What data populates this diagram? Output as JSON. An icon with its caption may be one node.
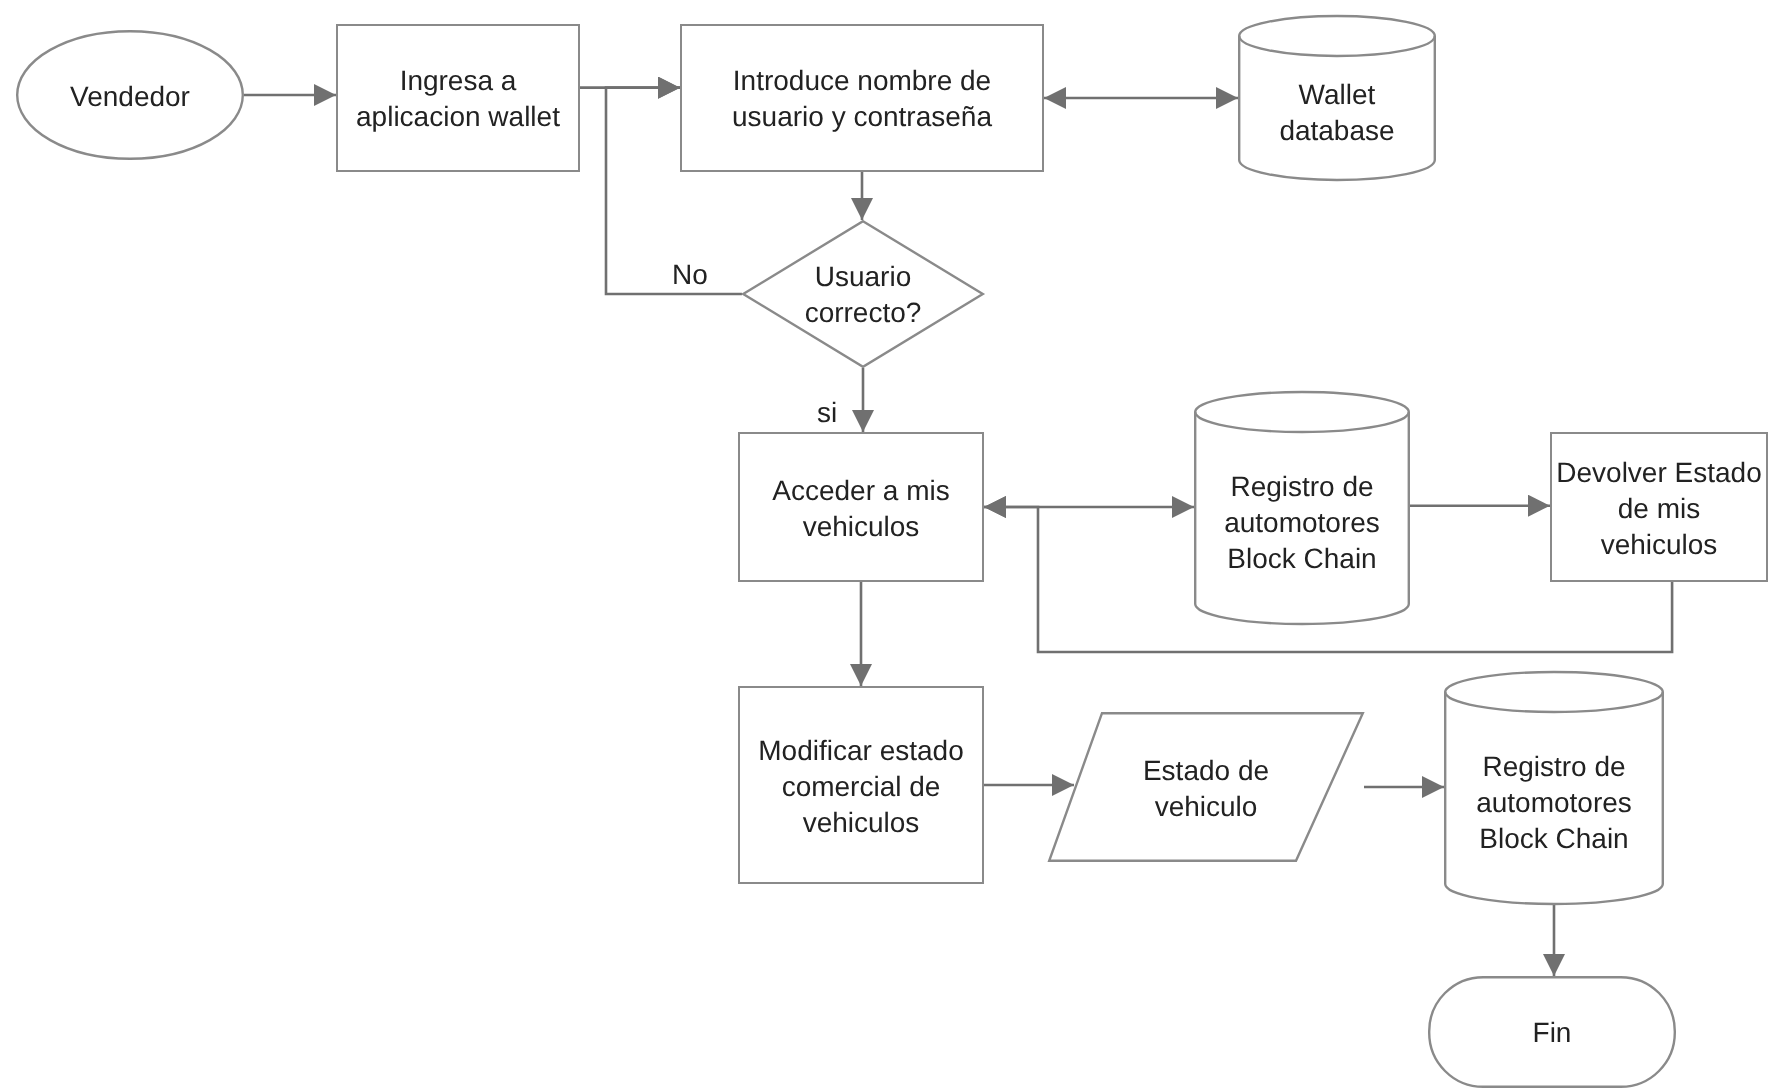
{
  "diagram": {
    "nodes": [
      {
        "text": [
          "Vendedor"
        ]
      },
      {
        "text": [
          "Ingresa a aplicacion wallet"
        ]
      },
      {
        "text": [
          "Introduce nombre de usuario y contraseña"
        ]
      },
      {
        "text": [
          "Wallet database"
        ]
      },
      {
        "text": [
          "Usuario correcto?"
        ]
      },
      {
        "text": [
          "Acceder a mis vehiculos"
        ]
      },
      {
        "text": [
          "Registro de automotores Block Chain"
        ]
      },
      {
        "text": [
          "Devolver Estado de mis vehiculos"
        ]
      },
      {
        "text": [
          "Modificar estado comercial de vehiculos"
        ]
      },
      {
        "text": [
          "Estado de vehiculo"
        ]
      },
      {
        "text": [
          "Registro de automotores Block Chain"
        ]
      },
      {
        "text": [
          "Fin"
        ]
      }
    ],
    "edges": [
      {
        "from": 0,
        "to": 1,
        "arrow": "to"
      },
      {
        "from": 1,
        "to": 2,
        "arrow": "to"
      },
      {
        "from": 2,
        "to": 3,
        "arrow": "both"
      },
      {
        "from": 2,
        "to": 4,
        "arrow": "to"
      },
      {
        "from": 4,
        "to": 2,
        "arrow": "to",
        "label": "No"
      },
      {
        "from": 4,
        "to": 5,
        "arrow": "to",
        "label": "si"
      },
      {
        "from": 5,
        "to": 6,
        "arrow": "both"
      },
      {
        "from": 6,
        "to": 7,
        "arrow": "to"
      },
      {
        "from": 7,
        "to": 5,
        "arrow": "to"
      },
      {
        "from": 5,
        "to": 8,
        "arrow": "to"
      },
      {
        "from": 8,
        "to": 9,
        "arrow": "to"
      },
      {
        "from": 9,
        "to": 10,
        "arrow": "to"
      },
      {
        "from": 10,
        "to": 11,
        "arrow": "to"
      }
    ]
  }
}
